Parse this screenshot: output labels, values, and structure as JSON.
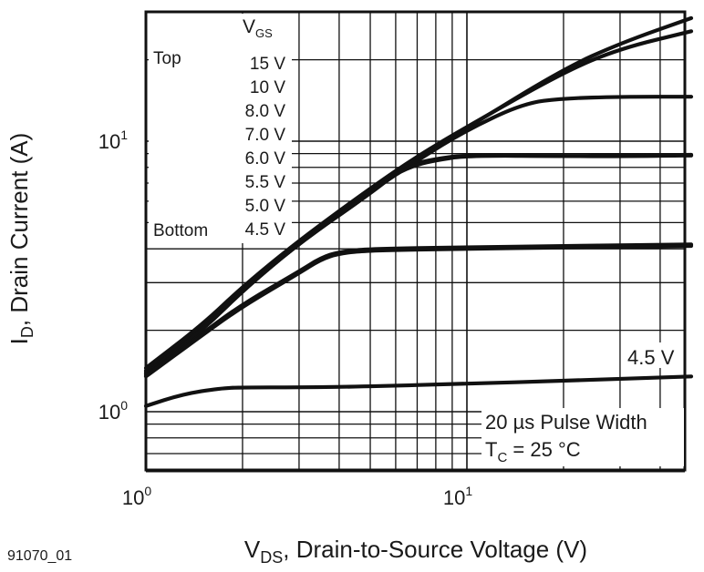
{
  "chart_data": {
    "type": "line",
    "xlabel": "V",
    "xlabel_sub": "DS",
    "xlabel_rest": ", Drain-to-Source Voltage (V)",
    "ylabel": "I",
    "ylabel_sub": "D",
    "ylabel_rest": ", Drain Current (A)",
    "x_scale": "log",
    "y_scale": "log",
    "xlim": [
      1,
      50
    ],
    "ylim": [
      0.6,
      30
    ],
    "grid": true,
    "x_ticks": [
      {
        "value": 1,
        "base": "10",
        "exp": "0"
      },
      {
        "value": 10,
        "base": "10",
        "exp": "1"
      }
    ],
    "y_ticks": [
      {
        "value": 1,
        "base": "10",
        "exp": "0"
      },
      {
        "value": 10,
        "base": "10",
        "exp": "1"
      }
    ],
    "legend": {
      "header": "V",
      "header_sub": "GS",
      "top_label": "Top",
      "bottom_label": "Bottom",
      "entries": [
        "15 V",
        "10 V",
        "8.0 V",
        "7.0 V",
        "6.0 V",
        "5.5 V",
        "5.0 V",
        "4.5 V"
      ]
    },
    "annotations": {
      "curve_label": "4.5 V",
      "pulse": "20 µs Pulse Width",
      "temp_prefix": "T",
      "temp_sub": "C",
      "temp_rest": " = 25 °C"
    },
    "series": [
      {
        "values": [
          [
            1,
            1.45
          ],
          [
            1.5,
            2.1
          ],
          [
            2,
            2.9
          ],
          [
            3,
            4.3
          ],
          [
            5,
            6.7
          ],
          [
            7,
            8.8
          ],
          [
            10,
            11.3
          ],
          [
            20,
            18
          ],
          [
            30,
            22
          ],
          [
            50,
            25.5
          ]
        ]
      },
      {
        "values": [
          [
            1,
            1.42
          ],
          [
            1.5,
            2.05
          ],
          [
            2,
            2.85
          ],
          [
            3,
            4.25
          ],
          [
            5,
            6.6
          ],
          [
            7,
            8.7
          ],
          [
            10,
            11.2
          ],
          [
            20,
            18.5
          ],
          [
            30,
            23
          ],
          [
            50,
            28.5
          ]
        ]
      },
      {
        "values": [
          [
            1,
            1.4
          ],
          [
            1.5,
            2.0
          ],
          [
            2,
            2.8
          ],
          [
            3,
            4.2
          ],
          [
            5,
            6.5
          ],
          [
            7,
            8.5
          ],
          [
            10,
            11.0
          ],
          [
            15,
            13.8
          ],
          [
            20,
            14.4
          ],
          [
            30,
            14.6
          ],
          [
            50,
            14.6
          ]
        ]
      },
      {
        "values": [
          [
            1,
            1.38
          ],
          [
            1.5,
            2.0
          ],
          [
            2,
            2.8
          ],
          [
            3,
            4.2
          ],
          [
            5,
            6.4
          ],
          [
            6,
            7.8
          ],
          [
            7,
            8.3
          ],
          [
            8,
            8.6
          ],
          [
            10,
            8.9
          ],
          [
            20,
            8.8
          ],
          [
            30,
            8.85
          ],
          [
            50,
            8.9
          ]
        ]
      },
      {
        "values": [
          [
            1,
            1.38
          ],
          [
            1.5,
            2.0
          ],
          [
            2,
            2.8
          ],
          [
            3,
            4.2
          ],
          [
            5,
            6.4
          ],
          [
            6,
            7.6
          ],
          [
            7,
            8.2
          ],
          [
            8,
            8.5
          ],
          [
            10,
            8.85
          ],
          [
            20,
            8.8
          ],
          [
            30,
            8.8
          ],
          [
            50,
            8.85
          ]
        ]
      },
      {
        "values": [
          [
            1,
            1.36
          ],
          [
            1.5,
            1.95
          ],
          [
            2,
            2.5
          ],
          [
            3,
            3.3
          ],
          [
            3.5,
            3.7
          ],
          [
            4,
            3.9
          ],
          [
            5,
            4.0
          ],
          [
            10,
            4.05
          ],
          [
            20,
            4.1
          ],
          [
            50,
            4.15
          ]
        ]
      },
      {
        "values": [
          [
            1,
            1.35
          ],
          [
            1.5,
            1.92
          ],
          [
            2,
            2.45
          ],
          [
            3,
            3.25
          ],
          [
            3.5,
            3.65
          ],
          [
            4,
            3.85
          ],
          [
            5,
            3.95
          ],
          [
            10,
            4.0
          ],
          [
            20,
            4.05
          ],
          [
            50,
            4.1
          ]
        ]
      },
      {
        "values": [
          [
            1,
            1.05
          ],
          [
            1.3,
            1.16
          ],
          [
            1.7,
            1.22
          ],
          [
            2,
            1.23
          ],
          [
            3,
            1.23
          ],
          [
            5,
            1.24
          ],
          [
            10,
            1.27
          ],
          [
            20,
            1.3
          ],
          [
            50,
            1.35
          ]
        ]
      }
    ]
  },
  "figure_code": "91070_01"
}
